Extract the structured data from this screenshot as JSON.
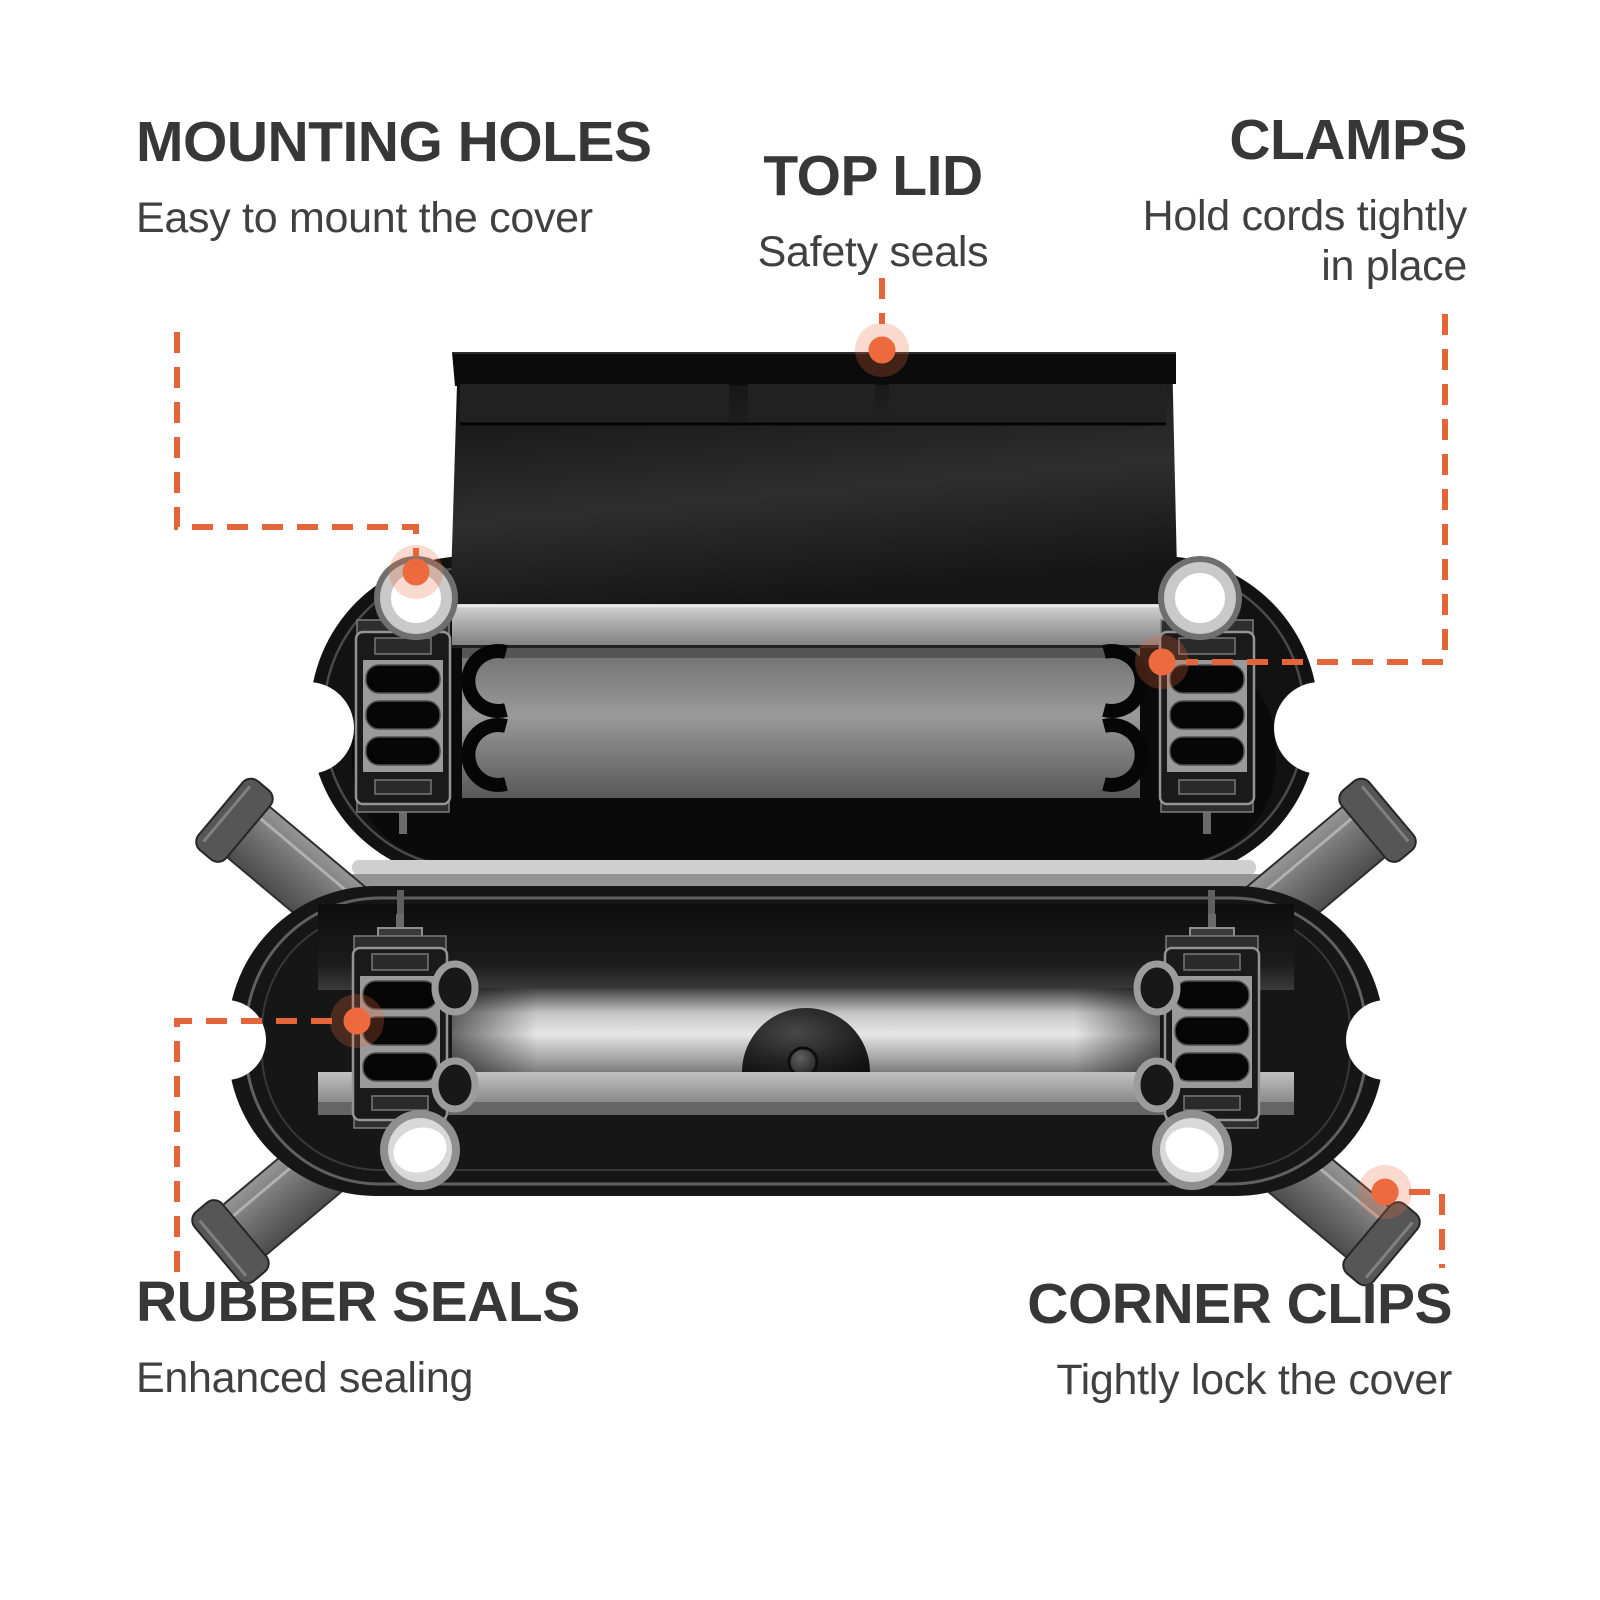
{
  "colors": {
    "accent": "#EC6A3E",
    "accent_line": "#E4653A",
    "heading": "#373737",
    "subtext": "#404040",
    "background": "#FFFFFF"
  },
  "callouts": [
    {
      "id": "mounting-holes",
      "title": "MOUNTING HOLES",
      "description": "Easy to mount the cover"
    },
    {
      "id": "top-lid",
      "title": "TOP LID",
      "description": "Safety seals"
    },
    {
      "id": "clamps",
      "title": "CLAMPS",
      "description": "Hold cords tightly in place"
    },
    {
      "id": "rubber-seals",
      "title": "RUBBER SEALS",
      "description": "Enhanced sealing"
    },
    {
      "id": "corner-clips",
      "title": "CORNER CLIPS",
      "description": "Tightly lock the cover"
    }
  ]
}
